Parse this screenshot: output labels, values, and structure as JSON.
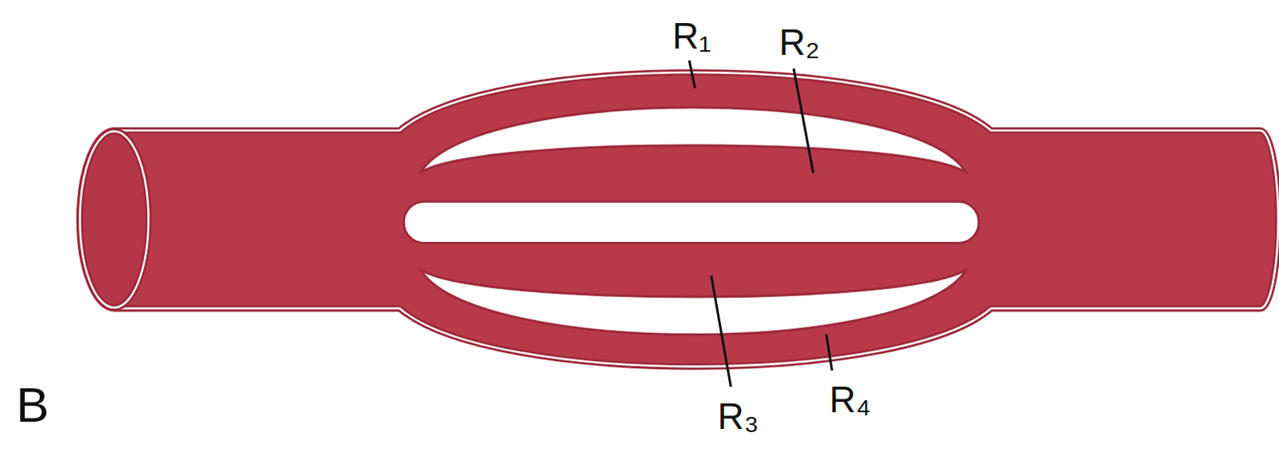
{
  "diagram": {
    "labels": [
      "R₁",
      "R₂",
      "R₃",
      "R₄",
      "B"
    ]
  }
}
